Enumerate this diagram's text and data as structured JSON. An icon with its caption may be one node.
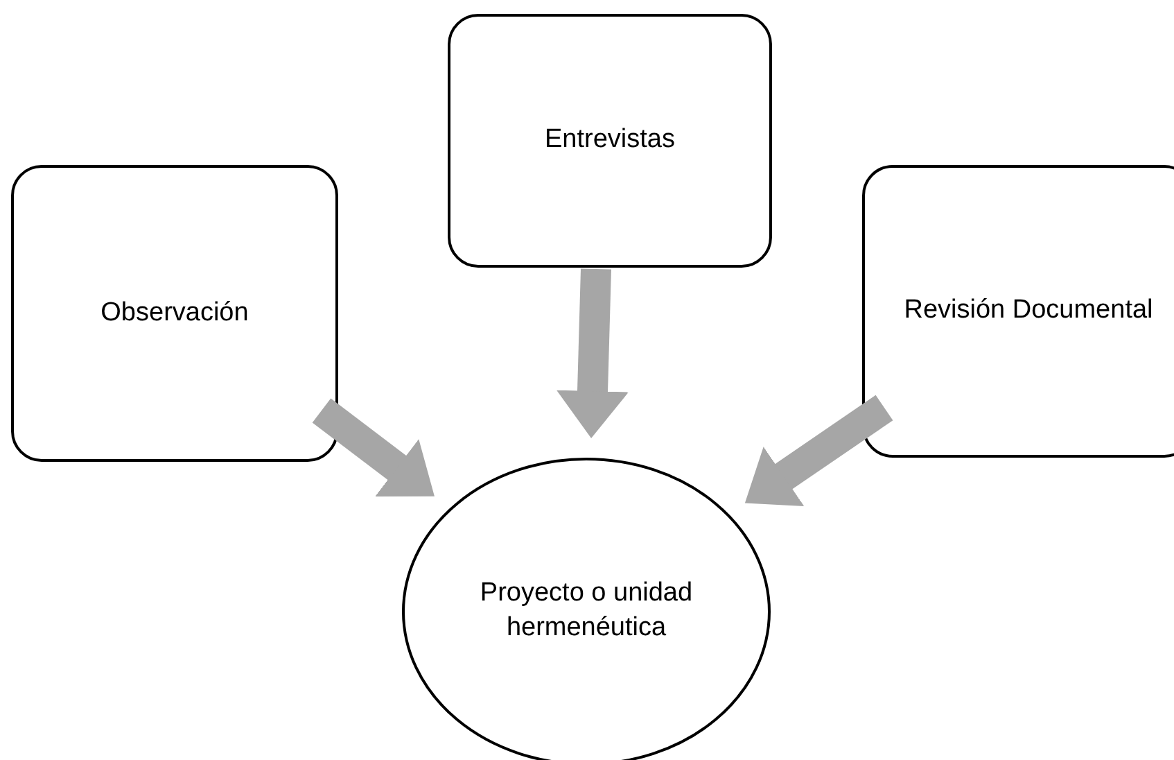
{
  "diagram": {
    "nodes": [
      {
        "text": [
          "Observación"
        ]
      },
      {
        "text": [
          "Entrevistas"
        ]
      },
      {
        "text": [
          "Revisión Documental"
        ]
      },
      {
        "text": [
          "Proyecto o unidad hermenéutica"
        ]
      }
    ],
    "edges": [
      {
        "from": 0,
        "to": 3,
        "arrow": "to"
      },
      {
        "from": 1,
        "to": 3,
        "arrow": "to"
      },
      {
        "from": 2,
        "to": 3,
        "arrow": "to"
      }
    ]
  }
}
